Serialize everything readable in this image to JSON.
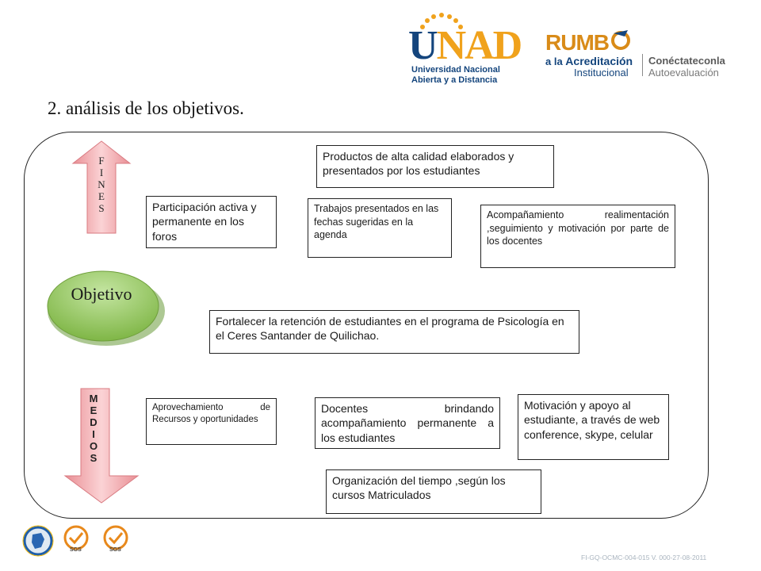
{
  "header": {
    "unad_logo": {
      "word_u": "U",
      "word_nad": "NAD",
      "line1": "Universidad Nacional",
      "line2": "Abierta y a Distancia"
    },
    "rumbo_logo": {
      "word": "RUMB",
      "left_line1_a": "a la ",
      "left_line1_b": "Acreditación",
      "left_line2": "Institucional",
      "right_line1": "Conéctateconla",
      "right_line2": "Autoevaluación"
    }
  },
  "title": "2.  análisis  de los objetivos.",
  "fines_letters": [
    "F",
    "I",
    "N",
    "E",
    "S"
  ],
  "medios_letters": [
    "M",
    "E",
    "D",
    "I",
    "O",
    "S"
  ],
  "objetivo_label": "Objetivo",
  "boxes": {
    "productos": "Productos de alta calidad elaborados y presentados  por los estudiantes",
    "participacion": "Participación activa y permanente en los foros",
    "trabajos": "Trabajos  presentados en las fechas sugeridas en la agenda",
    "acompanamiento": "Acompañamiento  realimentación ,seguimiento  y  motivación  por parte de los docentes",
    "fortalecer": "Fortalecer la  retención de estudiantes en el programa de Psicología en el Ceres Santander de Quilichao.",
    "aprovechamiento": "Aprovechamiento de Recursos y oportunidades",
    "docentes": "Docentes brindando acompañamiento permanente a los estudiantes",
    "motivacion": "Motivación y apoyo al estudiante, a través de web conference, skype, celular",
    "organizacion": "Organización del tiempo ,según los cursos Matriculados"
  },
  "footer": {
    "sgs_1": "SGS",
    "sgs_2": "SGS",
    "code": "FI-GQ-OCMC-004-015 V. 000-27-08-2011"
  },
  "colors": {
    "unad_blue": "#14457d",
    "unad_orange": "#f0a21c",
    "arrow_pink": "#f4b6b9",
    "ellipse_green": "#93c95a"
  }
}
